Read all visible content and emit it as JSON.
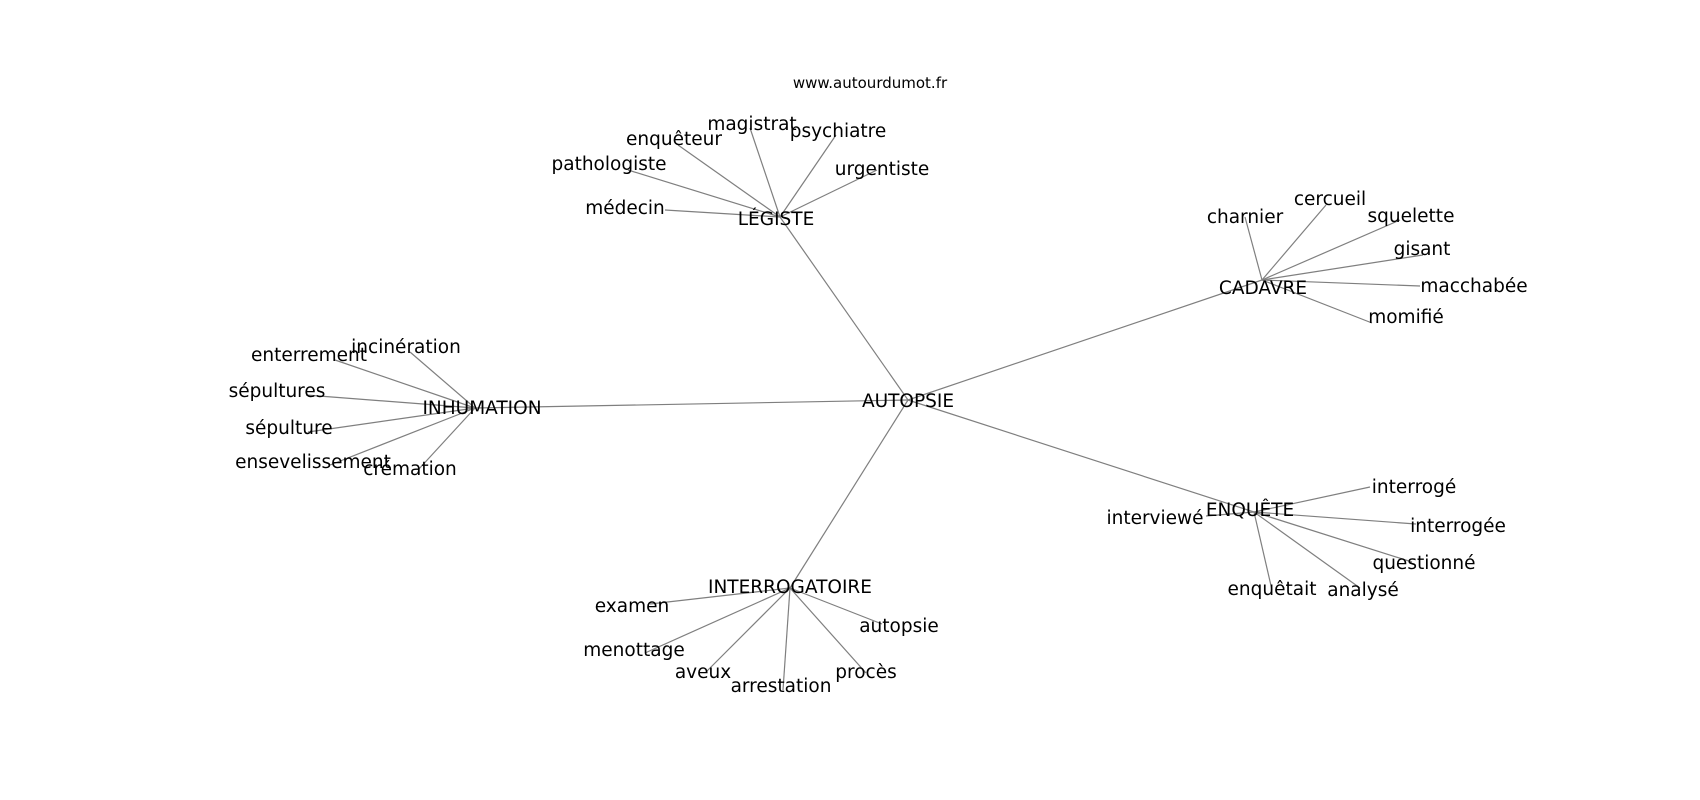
{
  "watermark": "www.autourdumot.fr",
  "center": "AUTOPSIE",
  "clusters": [
    {
      "hub": "LÉGISTE",
      "words": [
        "médecin",
        "pathologiste",
        "enquêteur",
        "magistrat",
        "psychiatre",
        "urgentiste"
      ]
    },
    {
      "hub": "CADAVRE",
      "words": [
        "charnier",
        "cercueil",
        "squelette",
        "gisant",
        "macchabée",
        "momifié"
      ]
    },
    {
      "hub": "INHUMATION",
      "words": [
        "incinération",
        "enterrement",
        "sépultures",
        "sépulture",
        "ensevelissement",
        "crémation"
      ]
    },
    {
      "hub": "ENQUÊTE",
      "words": [
        "interviewé",
        "interrogé",
        "interrogée",
        "questionné",
        "analysé",
        "enquêtait"
      ]
    },
    {
      "hub": "INTERROGATOIRE",
      "words": [
        "examen",
        "menottage",
        "aveux",
        "arrestation",
        "procès",
        "autopsie"
      ]
    }
  ]
}
